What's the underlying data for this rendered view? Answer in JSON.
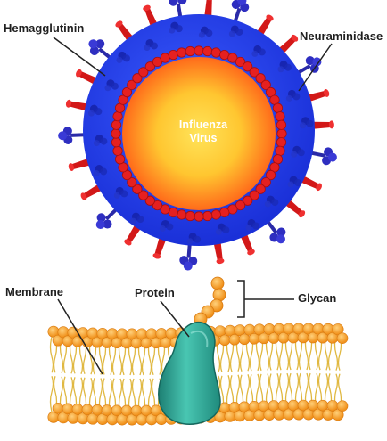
{
  "labels": {
    "hemagglutinin": "Hemagglutinin",
    "neuraminidase": "Neuraminidase",
    "virus_line1": "Influenza",
    "virus_line2": "Virus",
    "membrane": "Membrane",
    "protein": "Protein",
    "glycan": "Glycan"
  },
  "colors": {
    "envelope": "#1f3ff0",
    "core_center": "#ffe45a",
    "core_edge": "#ff6a1a",
    "hemagglutinin": "#d21818",
    "neuraminidase": "#2a2aa8",
    "lipid_head": "#f7a12a",
    "lipid_tail": "#e8c24a",
    "protein": "#2fb3a0"
  },
  "icons": {
    "spike_red": "hemagglutinin-spike",
    "spike_blue": "neuraminidase-spike"
  }
}
